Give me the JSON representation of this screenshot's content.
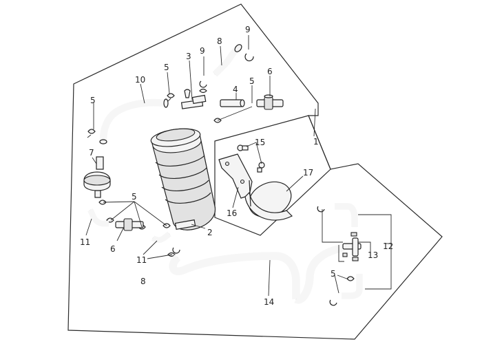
{
  "callouts": {
    "c1": "1",
    "c2": "2",
    "c3": "3",
    "c4": "4",
    "c5a": "5",
    "c5b": "5",
    "c5c": "5",
    "c5d": "5",
    "c5e": "5",
    "c6a": "6",
    "c6b": "6",
    "c7": "7",
    "c8a": "8",
    "c8b": "8",
    "c9a": "9",
    "c9b": "9",
    "c10": "10",
    "c11a": "11",
    "c11b": "11",
    "c12": "12",
    "c13": "13",
    "c14": "14",
    "c15": "15",
    "c16": "16",
    "c17": "17"
  }
}
